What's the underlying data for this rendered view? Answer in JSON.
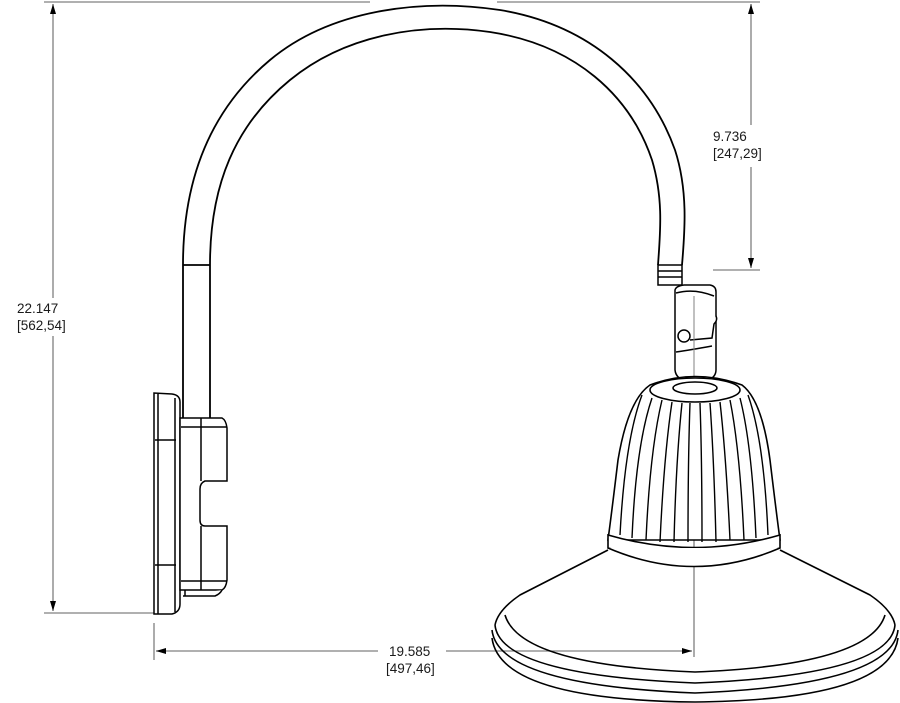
{
  "drawing": {
    "subject": "gooseneck-arm-light-fixture",
    "line_color": "#000000",
    "dim_color": "#808080"
  },
  "dimensions": {
    "overall_height": {
      "imperial": "22.147",
      "metric": "[562,54]"
    },
    "arm_drop": {
      "imperial": "9.736",
      "metric": "[247,29]"
    },
    "projection": {
      "imperial": "19.585",
      "metric": "[497,46]"
    }
  }
}
